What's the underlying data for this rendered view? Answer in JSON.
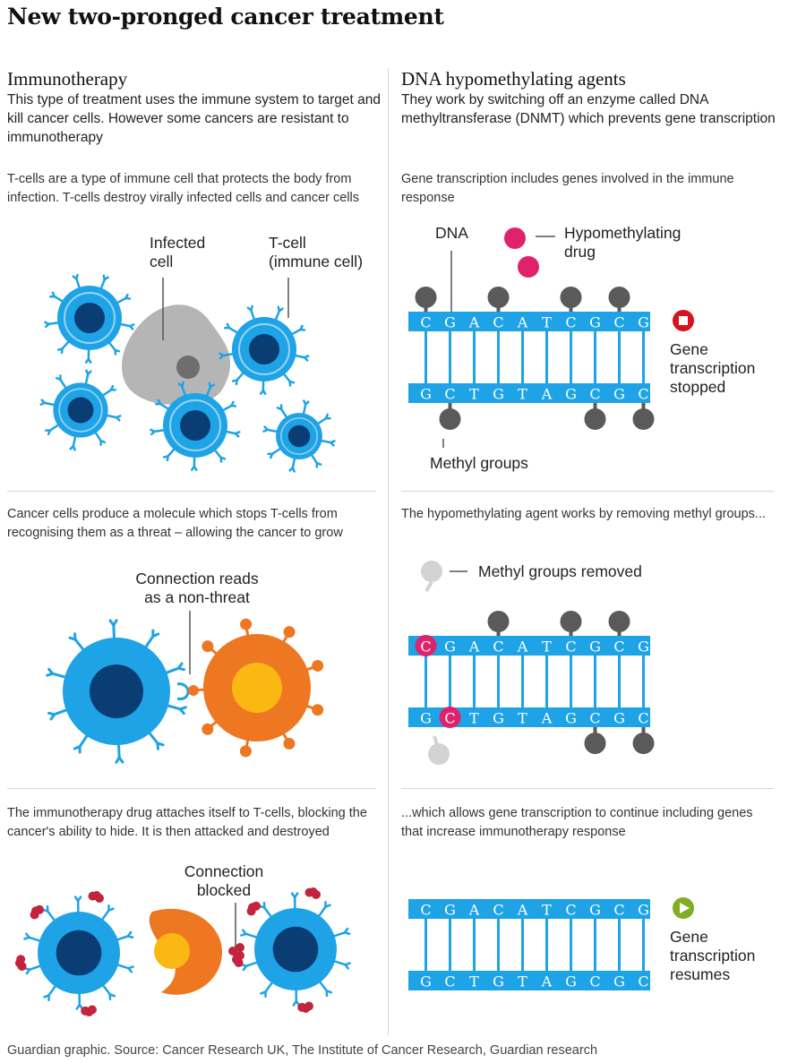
{
  "title": "New two-pronged cancer treatment",
  "left": {
    "heading": "Immunotherapy",
    "intro": "This type of treatment uses the immune system to target and kill cancer cells. However some cancers are resistant to immunotherapy",
    "panel1": {
      "text": "T-cells are a type of immune cell that protects the body from infection. T-cells destroy virally infected cells and cancer cells",
      "label_infected_line1": "Infected",
      "label_infected_line2": "cell",
      "label_tcell_line1": "T-cell",
      "label_tcell_line2": "(immune cell)"
    },
    "panel2": {
      "text": "Cancer cells produce a molecule which stops T-cells from recognising them as a threat – allowing the cancer to grow",
      "label_line1": "Connection reads",
      "label_line2": "as a non-threat"
    },
    "panel3": {
      "text": "The immunotherapy drug attaches itself to T-cells, blocking the cancer's ability to hide. It is then attacked and destroyed",
      "label_line1": "Connection",
      "label_line2": "blocked"
    }
  },
  "right": {
    "heading": "DNA hypomethylating agents",
    "intro": "They work by switching off an enzyme called DNA methyltransferase (DNMT) which prevents gene transcription",
    "panel1": {
      "text": "Gene transcription includes genes involved in the immune response",
      "label_dna": "DNA",
      "label_drug_line1": "Hypomethylating",
      "label_drug_line2": "drug",
      "label_methyl": "Methyl groups",
      "status_line1": "Gene",
      "status_line2": "transcription",
      "status_line3": "stopped"
    },
    "panel2": {
      "text": "The hypomethylating agent works by removing methyl groups...",
      "label_removed": "Methyl groups removed"
    },
    "panel3": {
      "text": "...which allows gene transcription to continue including genes that increase immunotherapy response",
      "status_line1": "Gene",
      "status_line2": "transcription",
      "status_line3": "resumes"
    }
  },
  "dna": {
    "top_strand": [
      "C",
      "G",
      "A",
      "C",
      "A",
      "T",
      "C",
      "G",
      "C",
      "G"
    ],
    "bottom_strand": [
      "G",
      "C",
      "T",
      "G",
      "T",
      "A",
      "G",
      "C",
      "G",
      "C"
    ]
  },
  "footer": "Guardian graphic. Source: Cancer Research UK, The Institute of Cancer Research, Guardian research",
  "colors": {
    "tcell_blue": "#1ea3e6",
    "tcell_nucleus": "#0b3d75",
    "cancer_orange": "#ee7722",
    "cancer_yellow": "#fbb813",
    "infected_gray": "#b5b5b5",
    "methyl_dark": "#5a5a5a",
    "methyl_removed": "#d3d3d3",
    "drug_pink": "#e0226d",
    "stop_red": "#d7141e",
    "play_green": "#7fae22",
    "antibody_red": "#c2243d"
  }
}
